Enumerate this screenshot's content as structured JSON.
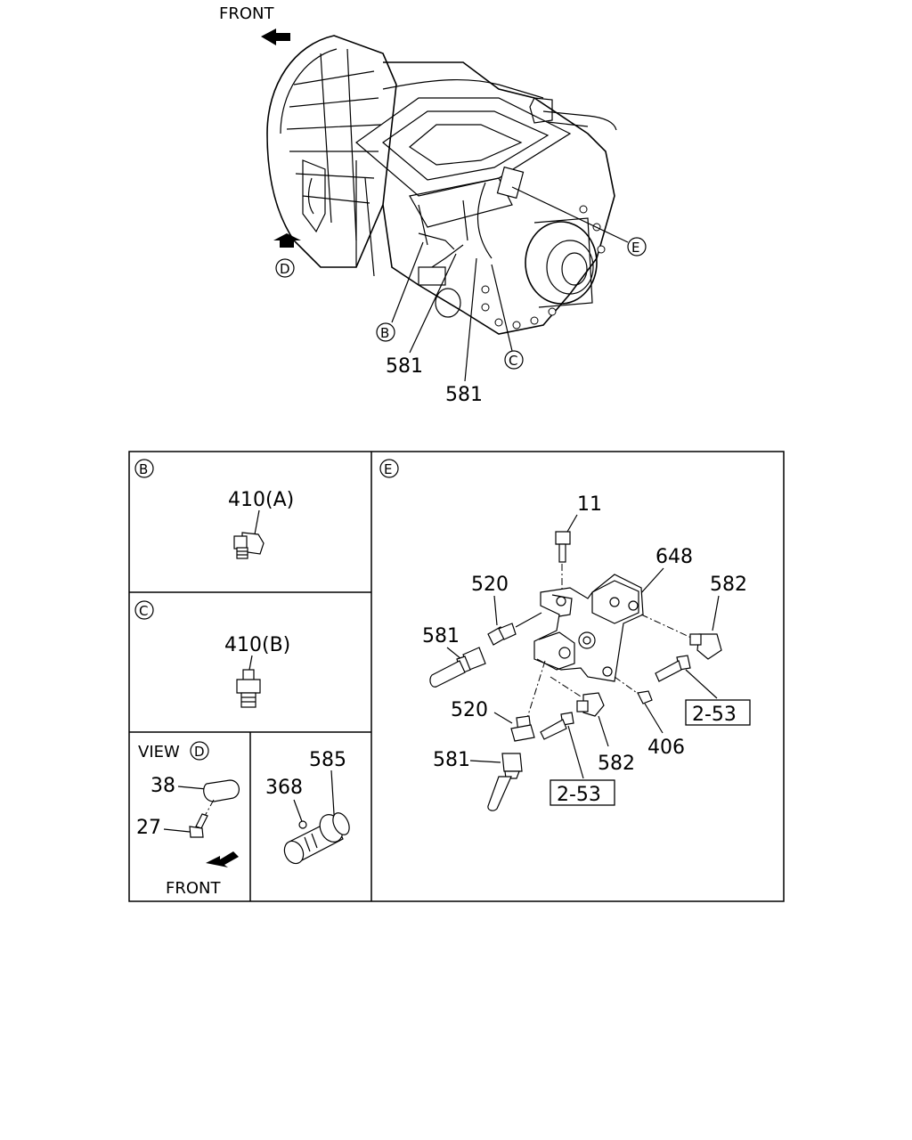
{
  "top": {
    "front_label": "FRONT",
    "view_marker": "D",
    "callouts": {
      "b": "B",
      "e": "E",
      "c": "C"
    },
    "part_581_a": "581",
    "part_581_b": "581"
  },
  "panel_b": {
    "marker": "B",
    "part": "410(A)"
  },
  "panel_c": {
    "marker": "C",
    "part": "410(B)"
  },
  "panel_view": {
    "view_label": "VIEW",
    "marker": "D",
    "part_38": "38",
    "part_27": "27",
    "front_label": "FRONT"
  },
  "panel_585": {
    "part_585": "585",
    "part_368": "368"
  },
  "panel_e": {
    "marker": "E",
    "part_11": "11",
    "part_648": "648",
    "part_520_top": "520",
    "part_582_top": "582",
    "part_581_top": "581",
    "part_520_bot": "520",
    "part_406": "406",
    "part_582_bot": "582",
    "part_581_bot": "581",
    "ref_right": "2-53",
    "ref_bottom": "2-53"
  }
}
